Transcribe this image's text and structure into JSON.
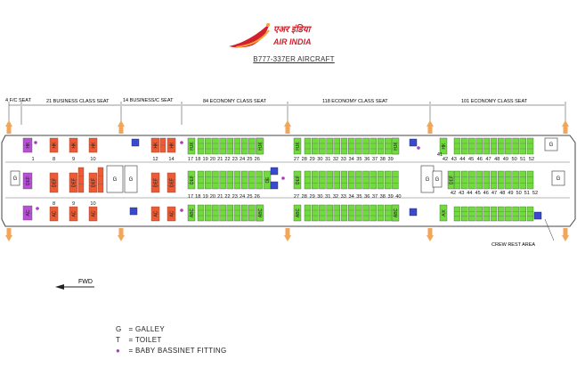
{
  "airline_logo": {
    "mark": "air-india-flying-swan-logo",
    "text_line1": "एअर इंडिया",
    "text_line2": "AIR INDIA"
  },
  "aircraft_title": "B777-337ER AIRCRAFT",
  "sections": [
    {
      "key": "fc",
      "label": "4 F/C SEAT"
    },
    {
      "key": "bc",
      "label": "21 BUSINESS CLASS SEAT"
    },
    {
      "key": "bc2",
      "label": "14 BUSINESS/C SEAT"
    },
    {
      "key": "ec1",
      "label": "84 ECONOMY CLASS SEAT"
    },
    {
      "key": "ec2",
      "label": "118 ECONOMY CLASS SEAT"
    },
    {
      "key": "ec3",
      "label": "101 ECONOMY CLASS SEAT"
    }
  ],
  "rows": {
    "first": [
      "1"
    ],
    "business": [
      "8",
      "9",
      "10"
    ],
    "business_c": [
      "12",
      "14"
    ],
    "economy1": [
      "17",
      "18",
      "19",
      "20",
      "21",
      "22",
      "23",
      "24",
      "25",
      "26"
    ],
    "economy2": [
      "27",
      "28",
      "29",
      "30",
      "31",
      "32",
      "33",
      "34",
      "35",
      "36",
      "37",
      "38",
      "39",
      "40"
    ],
    "economy3_top": [
      "41",
      "42",
      "43",
      "44",
      "45",
      "46",
      "47",
      "48",
      "49",
      "50",
      "51",
      "52"
    ],
    "economy3_mid": [
      "42",
      "43",
      "44",
      "45",
      "46",
      "47",
      "48",
      "49",
      "50",
      "51",
      "52"
    ]
  },
  "seat_letters": {
    "hjk": "HJK",
    "def": "DEF",
    "abc": "ABC",
    "hk": "HK",
    "de": "DE",
    "ac": "AC",
    "jk": "JK",
    "df": "DF",
    "ak": "A K"
  },
  "labels": {
    "galley": "G",
    "toilet": "T",
    "crew_rest": "CREW REST AREA",
    "fwd": "FWD"
  },
  "legend": [
    {
      "symbol": "G",
      "text": "= GALLEY"
    },
    {
      "symbol": "T",
      "text": "= TOILET"
    },
    {
      "symbol": "●",
      "text": "= BABY BASSINET FITTING"
    }
  ],
  "colors": {
    "first": "#b84fd6",
    "business": "#f05a32",
    "economy": "#6fdc3c",
    "toilet": "#3a4ad0",
    "bassinet": "#a63fbf",
    "door_arrow": "#f2a65a",
    "logo_red": "#d4202a",
    "fuselage": "#444444"
  }
}
